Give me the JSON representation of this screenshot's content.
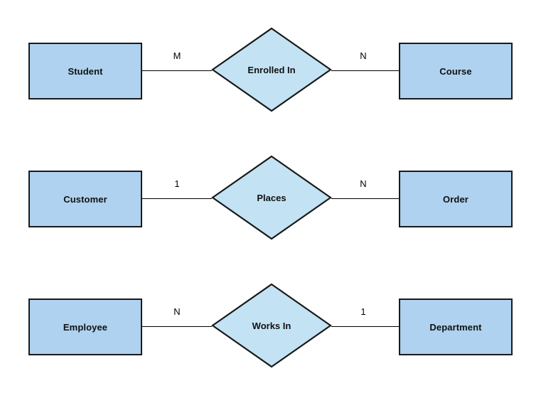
{
  "diagram": {
    "type": "entity-relationship-diagram",
    "background_color": "#ffffff",
    "entity_fill_color": "#aed2ef",
    "relationship_fill_color": "#c3e3f5",
    "stroke_color": "#1a1a1a",
    "rows": [
      {
        "left_entity": "Student",
        "left_cardinality": "M",
        "relationship": "Enrolled In",
        "right_cardinality": "N",
        "right_entity": "Course"
      },
      {
        "left_entity": "Customer",
        "left_cardinality": "1",
        "relationship": "Places",
        "right_cardinality": "N",
        "right_entity": "Order"
      },
      {
        "left_entity": "Employee",
        "left_cardinality": "N",
        "relationship": "Works In",
        "right_cardinality": "1",
        "right_entity": "Department"
      }
    ]
  }
}
